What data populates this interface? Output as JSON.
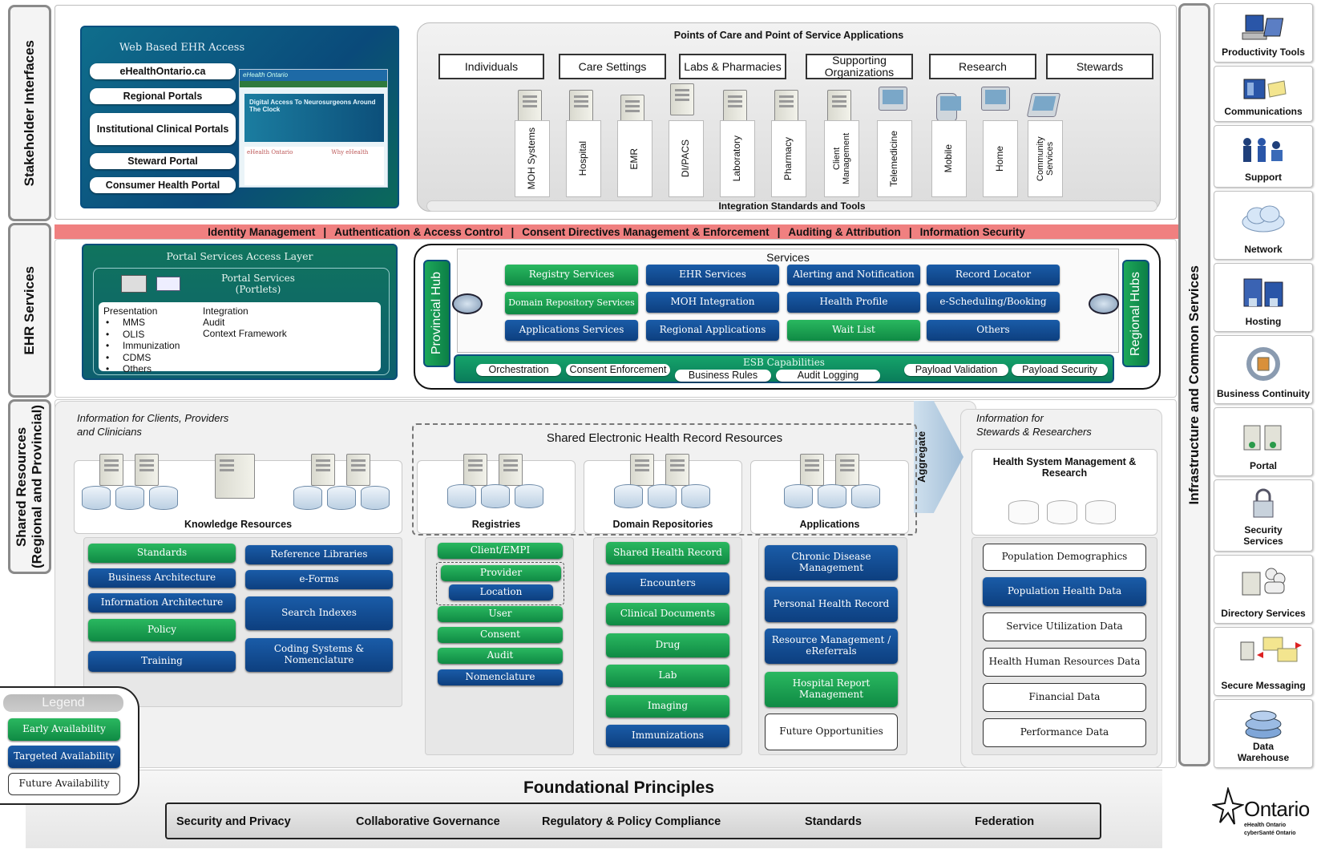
{
  "colors": {
    "early": "#1aa55a",
    "targeted": "#0d4a8a",
    "future": "#ffffff",
    "security_band": "#f08080"
  },
  "bands": {
    "stakeholder": "Stakeholder Interfaces",
    "ehr_services": "EHR Services",
    "shared": "Shared Resources\n(Regional and Provincial)",
    "infra": "Infrastructure and Common Services"
  },
  "web_ehr": {
    "title": "Web Based EHR Access",
    "items": [
      "eHealthOntario.ca",
      "Regional Portals",
      "Institutional Clinical Portals",
      "Steward Portal",
      "Consumer Health Portal"
    ],
    "site": {
      "brand": "eHealth Ontario",
      "hero": "Digital Access To Neurosurgeons Around The Clock",
      "col1": "eHealth Ontario",
      "col2": "Why eHealth"
    }
  },
  "poc": {
    "title": "Points of Care and Point of Service Applications",
    "categories": [
      "Individuals",
      "Care Settings",
      "Labs & Pharmacies",
      "Supporting Organizations",
      "Research",
      "Stewards"
    ],
    "apps": [
      "MOH Systems",
      "Hospital",
      "EMR",
      "DI/PACS",
      "Laboratory",
      "Pharmacy",
      "Client Management",
      "Telemedicine",
      "Mobile",
      "Home",
      "Community Services"
    ],
    "integration": "Integration Standards and Tools"
  },
  "security_band": [
    "Identity Management",
    "Authentication & Access Control",
    "Consent Directives Management & Enforcement",
    "Auditing  & Attribution",
    "Information Security"
  ],
  "portal": {
    "title": "Portal Services Access Layer",
    "subtitle": "Portal Services (Portlets)",
    "presentation_label": "Presentation",
    "presentation_items": [
      "MMS",
      "OLIS",
      "Immunization",
      "CDMS",
      "Others"
    ],
    "integration_items": [
      "Integration",
      "Audit",
      "Context Framework"
    ]
  },
  "services": {
    "title": "Services",
    "provincial_hub": "Provincial Hub",
    "regional_hubs": "Regional Hubs",
    "items": [
      {
        "label": "Registry Services",
        "type": "green"
      },
      {
        "label": "EHR Services",
        "type": "blue"
      },
      {
        "label": "Alerting and Notification",
        "type": "blue"
      },
      {
        "label": "Record Locator",
        "type": "blue"
      },
      {
        "label": "Domain Repository Services",
        "type": "green"
      },
      {
        "label": "MOH Integration",
        "type": "blue"
      },
      {
        "label": "Health Profile",
        "type": "blue"
      },
      {
        "label": "e-Scheduling/Booking",
        "type": "blue"
      },
      {
        "label": "Applications Services",
        "type": "blue"
      },
      {
        "label": "Regional Applications",
        "type": "blue"
      },
      {
        "label": "Wait List",
        "type": "green"
      },
      {
        "label": "Others",
        "type": "blue"
      }
    ],
    "esb_title": "ESB Capabilities",
    "esb_items": [
      "Orchestration",
      "Consent Enforcement",
      "Business Rules",
      "Audit Logging",
      "Payload Validation",
      "Payload Security"
    ]
  },
  "shared": {
    "info_clients": "Information for Clients, Providers\nand Clinicians",
    "shared_title": "Shared Electronic Health Record Resources",
    "aggregate": "Aggregate",
    "info_stewards": "Information for\nStewards & Researchers",
    "knowledge": "Knowledge Resources",
    "registries": "Registries",
    "domain_repos": "Domain Repositories",
    "applications": "Applications",
    "hsm_research": "Health System Management & Research",
    "knowledge_left": [
      {
        "label": "Standards",
        "type": "green"
      },
      {
        "label": "Business Architecture",
        "type": "blue"
      },
      {
        "label": "Information Architecture",
        "type": "blue"
      },
      {
        "label": "Policy",
        "type": "green"
      },
      {
        "label": "Training",
        "type": "blue"
      }
    ],
    "knowledge_right": [
      {
        "label": "Reference Libraries",
        "type": "blue"
      },
      {
        "label": "e-Forms",
        "type": "blue"
      },
      {
        "label": "Search Indexes",
        "type": "blue"
      },
      {
        "label": "Coding Systems & Nomenclature",
        "type": "blue"
      }
    ],
    "registries_items": [
      {
        "label": "Client/EMPI",
        "type": "green"
      },
      {
        "label": "Provider",
        "type": "green"
      },
      {
        "label": "Location",
        "type": "blue"
      },
      {
        "label": "User",
        "type": "green"
      },
      {
        "label": "Consent",
        "type": "green"
      },
      {
        "label": "Audit",
        "type": "green"
      },
      {
        "label": "Nomenclature",
        "type": "blue"
      }
    ],
    "domain_items": [
      {
        "label": "Shared Health Record",
        "type": "green"
      },
      {
        "label": "Encounters",
        "type": "blue"
      },
      {
        "label": "Clinical Documents",
        "type": "green"
      },
      {
        "label": "Drug",
        "type": "green"
      },
      {
        "label": "Lab",
        "type": "green"
      },
      {
        "label": "Imaging",
        "type": "green"
      },
      {
        "label": "Immunizations",
        "type": "blue"
      }
    ],
    "app_items": [
      {
        "label": "Chronic Disease Management",
        "type": "blue"
      },
      {
        "label": "Personal Health Record",
        "type": "blue"
      },
      {
        "label": "Resource Management / eReferrals",
        "type": "blue"
      },
      {
        "label": "Hospital Report Management",
        "type": "green"
      },
      {
        "label": "Future Opportunities",
        "type": "white"
      }
    ],
    "steward_items": [
      {
        "label": "Population Demographics",
        "type": "white"
      },
      {
        "label": "Population Health Data",
        "type": "blue"
      },
      {
        "label": "Service Utilization Data",
        "type": "white"
      },
      {
        "label": "Health Human Resources Data",
        "type": "white"
      },
      {
        "label": "Financial Data",
        "type": "white"
      },
      {
        "label": "Performance Data",
        "type": "white"
      }
    ]
  },
  "legend": {
    "title": "Legend",
    "early": "Early Availability",
    "targeted": "Targeted Availability",
    "future": "Future Availability"
  },
  "foundational": {
    "title": "Foundational Principles",
    "items": [
      "Security and Privacy",
      "Collaborative Governance",
      "Regulatory & Policy Compliance",
      "Standards",
      "Federation"
    ]
  },
  "infra_items": [
    {
      "label": "Productivity Tools",
      "icon": "computer-icon"
    },
    {
      "label": "Communications",
      "icon": "phone-icon"
    },
    {
      "label": "Support",
      "icon": "people-icon"
    },
    {
      "label": "Network",
      "icon": "cloud-icon"
    },
    {
      "label": "Hosting",
      "icon": "building-icon"
    },
    {
      "label": "Business Continuity",
      "icon": "cycle-icon"
    },
    {
      "label": "Portal",
      "icon": "server-icon"
    },
    {
      "label": "Security\nServices",
      "icon": "lock-icon"
    },
    {
      "label": "Directory Services",
      "icon": "directory-icon"
    },
    {
      "label": "Secure Messaging",
      "icon": "envelope-icon"
    },
    {
      "label": "Data\nWarehouse",
      "icon": "database-icon"
    }
  ],
  "logo": {
    "name": "Ontario",
    "line1": "eHealth Ontario",
    "line2": "cyberSanté Ontario"
  }
}
